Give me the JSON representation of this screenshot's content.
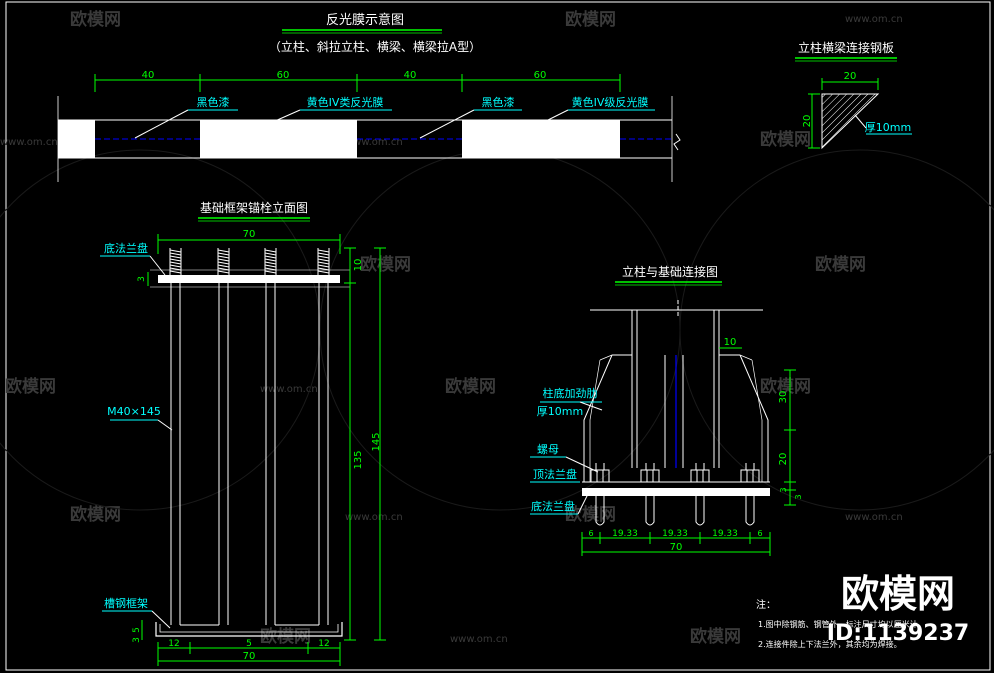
{
  "colors": {
    "background": "#000000",
    "line": "#ffffff",
    "dimension": "#00ff00",
    "label": "#00ffff",
    "title": "#ffffff",
    "hidden": "#0000ff",
    "watermark": "#3a3a3a"
  },
  "reflective": {
    "title": "反光膜示意图",
    "subtitle": "（立柱、斜拉立柱、横梁、横梁拉A型）",
    "dims": [
      "40",
      "60",
      "40",
      "60"
    ],
    "label_black1": "黑色漆",
    "label_yellow1": "黄色IV类反光膜",
    "label_black2": "黑色漆",
    "label_yellow2": "黄色IV级反光膜"
  },
  "plate": {
    "title": "立柱横梁连接钢板",
    "dim_top": "20",
    "dim_side": "20",
    "thickness": "厚10mm"
  },
  "anchor": {
    "title": "基础框架锚栓立面图",
    "dim_top": "70",
    "flange": "底法兰盘",
    "dim_10": "10",
    "dim_3": "3",
    "bolt": "M40×145",
    "dim_135": "135",
    "dim_145": "145",
    "channel": "槽钢框架",
    "dim_5": "5",
    "dim_3b": "3",
    "dim_12a": "12",
    "dim_mid": "5",
    "dim_12b": "12",
    "dim_bottom": "70"
  },
  "column": {
    "title": "立柱与基础连接图",
    "dim_10": "10",
    "rib": "柱底加劲肋",
    "rib_thick": "厚10mm",
    "nut": "螺母",
    "top_flange": "顶法兰盘",
    "bottom_flange": "底法兰盘",
    "dim_30": "30",
    "dim_20": "20",
    "dim_3a": "3",
    "dim_3b": "3",
    "dims_bottom": [
      "6",
      "19.33",
      "19.33",
      "19.33",
      "6"
    ],
    "dim_total": "70"
  },
  "notes": {
    "heading": "注：",
    "line1": "1.图中除钢筋、钢管外，标注尺寸均以厘米计。",
    "line2": "2.连接件除上下法兰外，其余均为焊接。"
  },
  "watermark": {
    "brand": "欧模网",
    "url": "www.om.cn",
    "big_brand": "欧模网",
    "id": "ID:1139237"
  }
}
